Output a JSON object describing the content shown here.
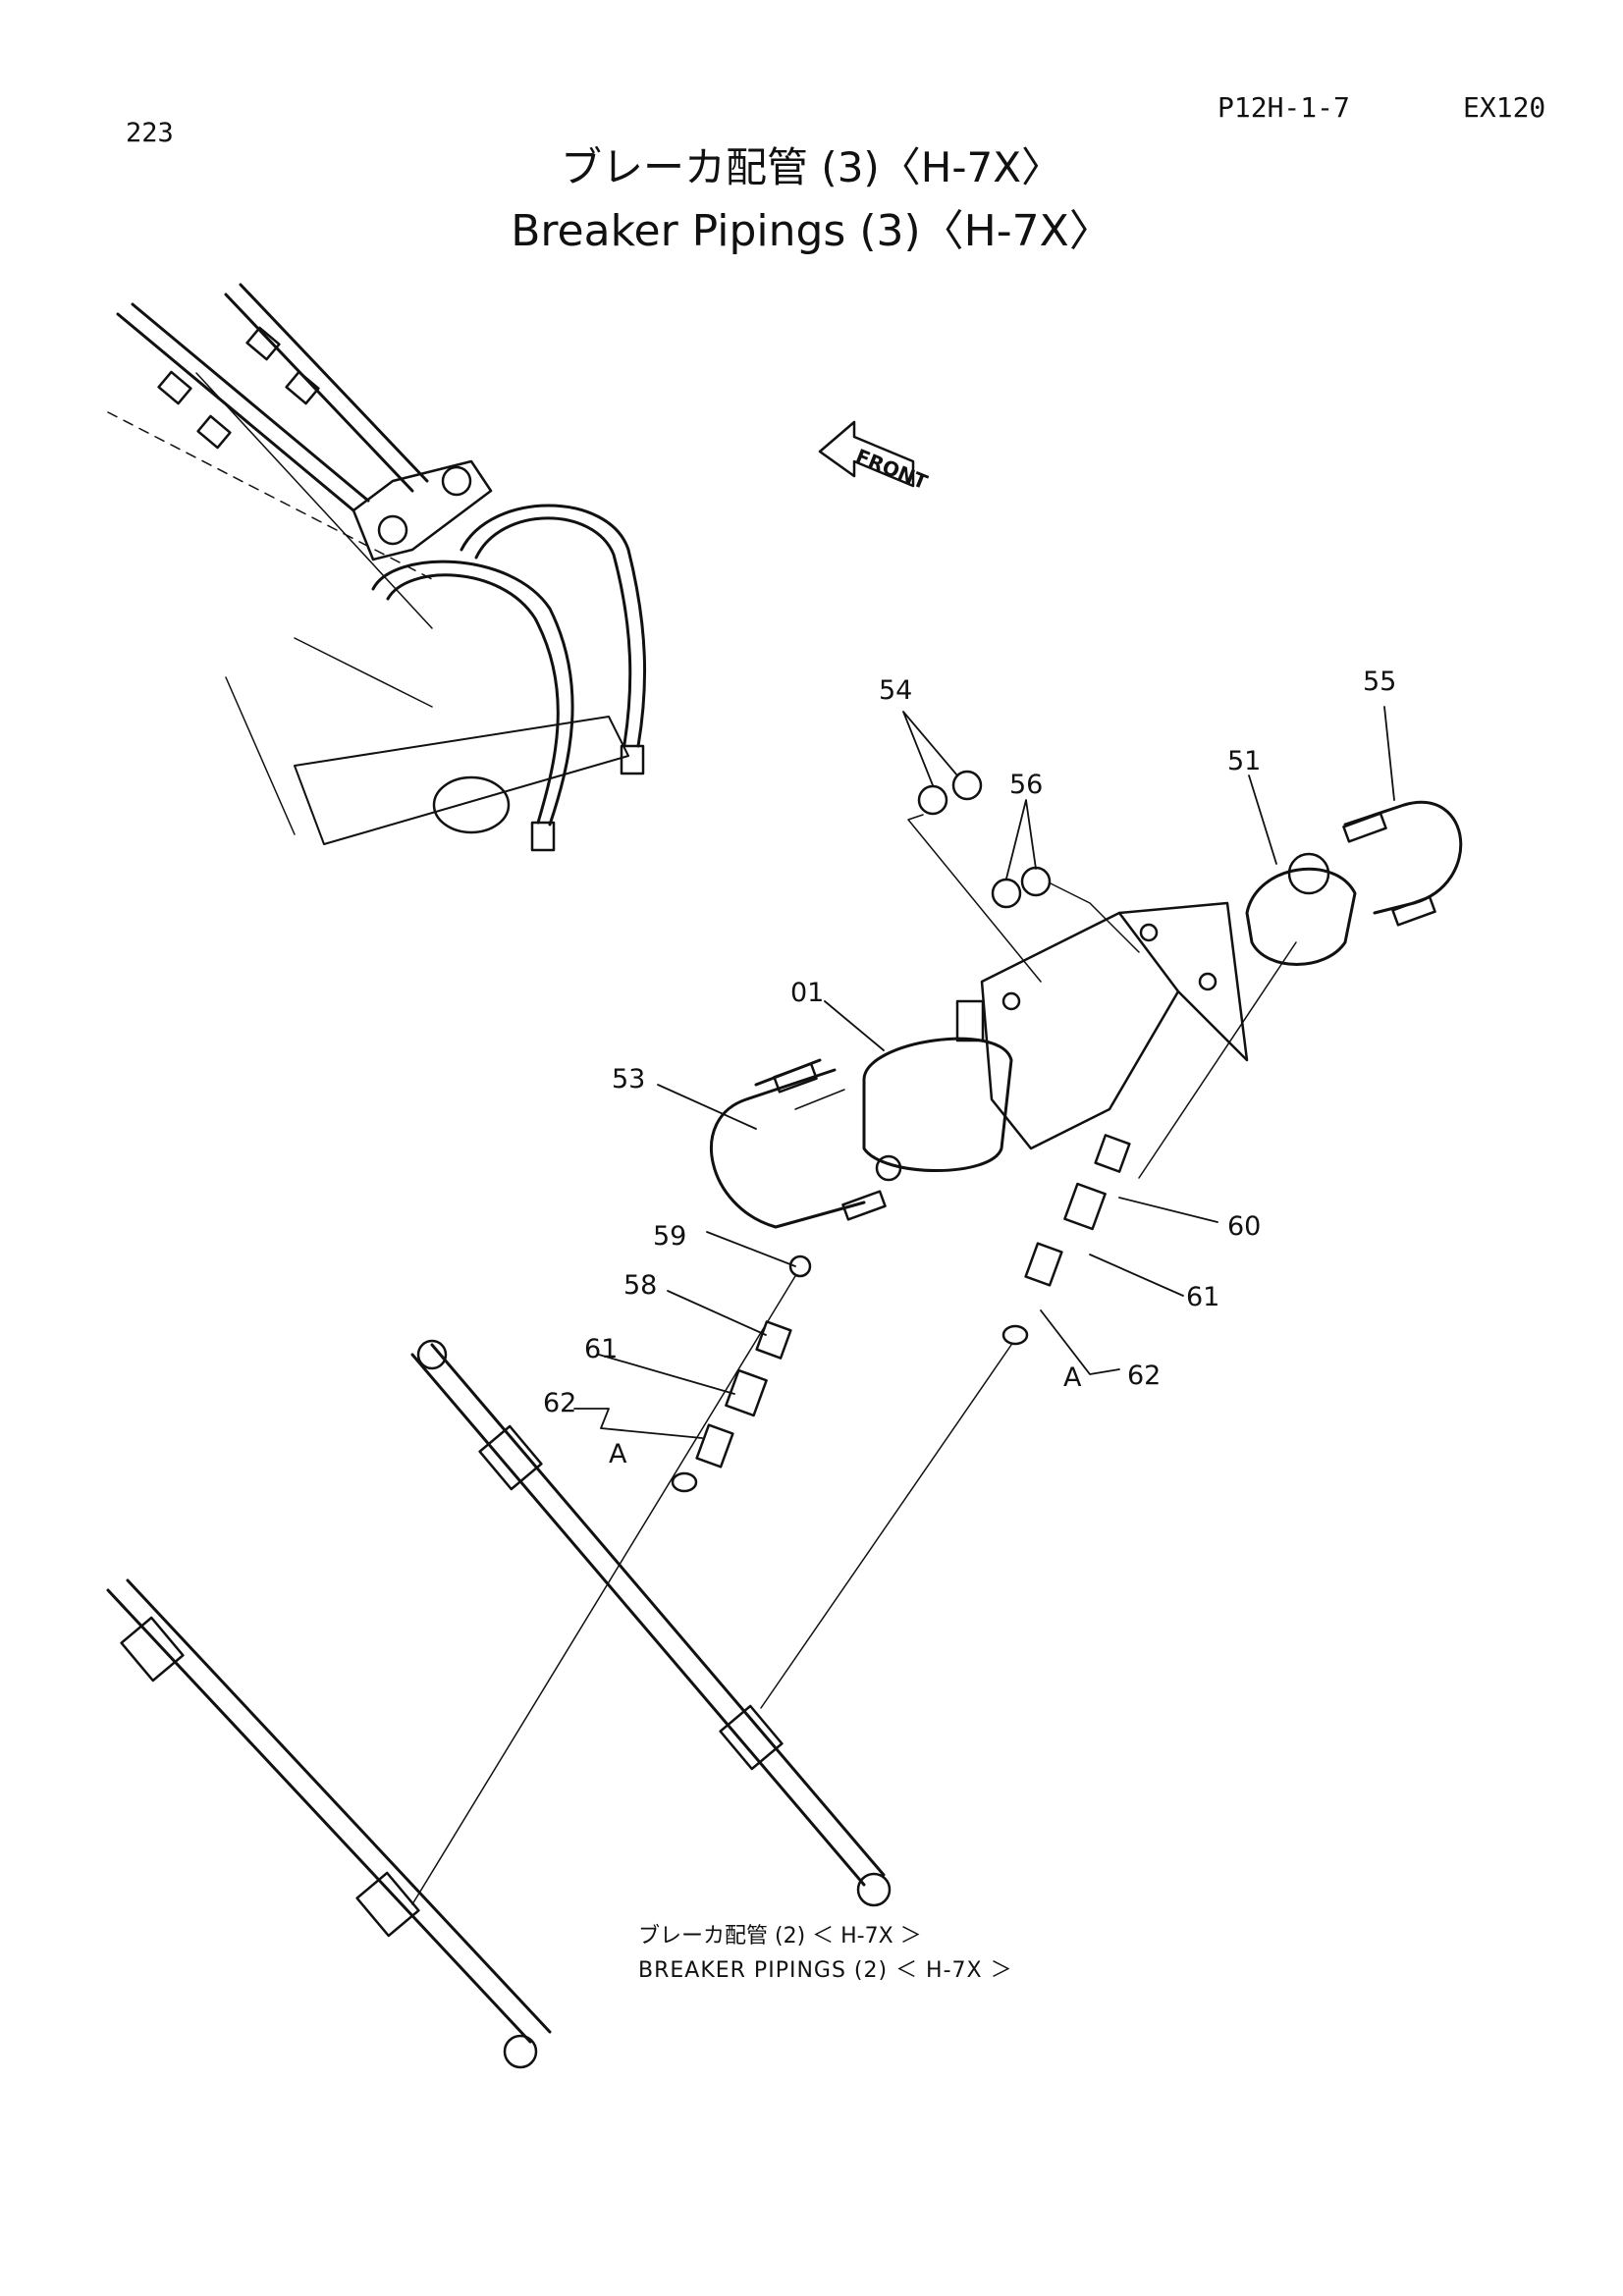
{
  "header": {
    "page_number": "223",
    "doc_code": "P12H-1-7",
    "model": "EX120",
    "title_jp": "ブレーカ配管 (3)〈H-7X〉",
    "title_en": "Breaker Pipings (3)〈H-7X〉"
  },
  "diagram": {
    "front_label": "FRONT",
    "callouts": {
      "p01": "01",
      "p51": "51",
      "p53": "53",
      "p54": "54",
      "p55": "55",
      "p56": "56",
      "p58": "58",
      "p59": "59",
      "p60": "60",
      "p61a": "61",
      "p61b": "61",
      "p62a": "62",
      "p62b": "62",
      "connA1": "A",
      "connA2": "A"
    }
  },
  "reference": {
    "jp": "ブレーカ配管 (2) ＜ H-7X ＞",
    "en": "BREAKER PIPINGS (2) ＜ H-7X ＞"
  }
}
